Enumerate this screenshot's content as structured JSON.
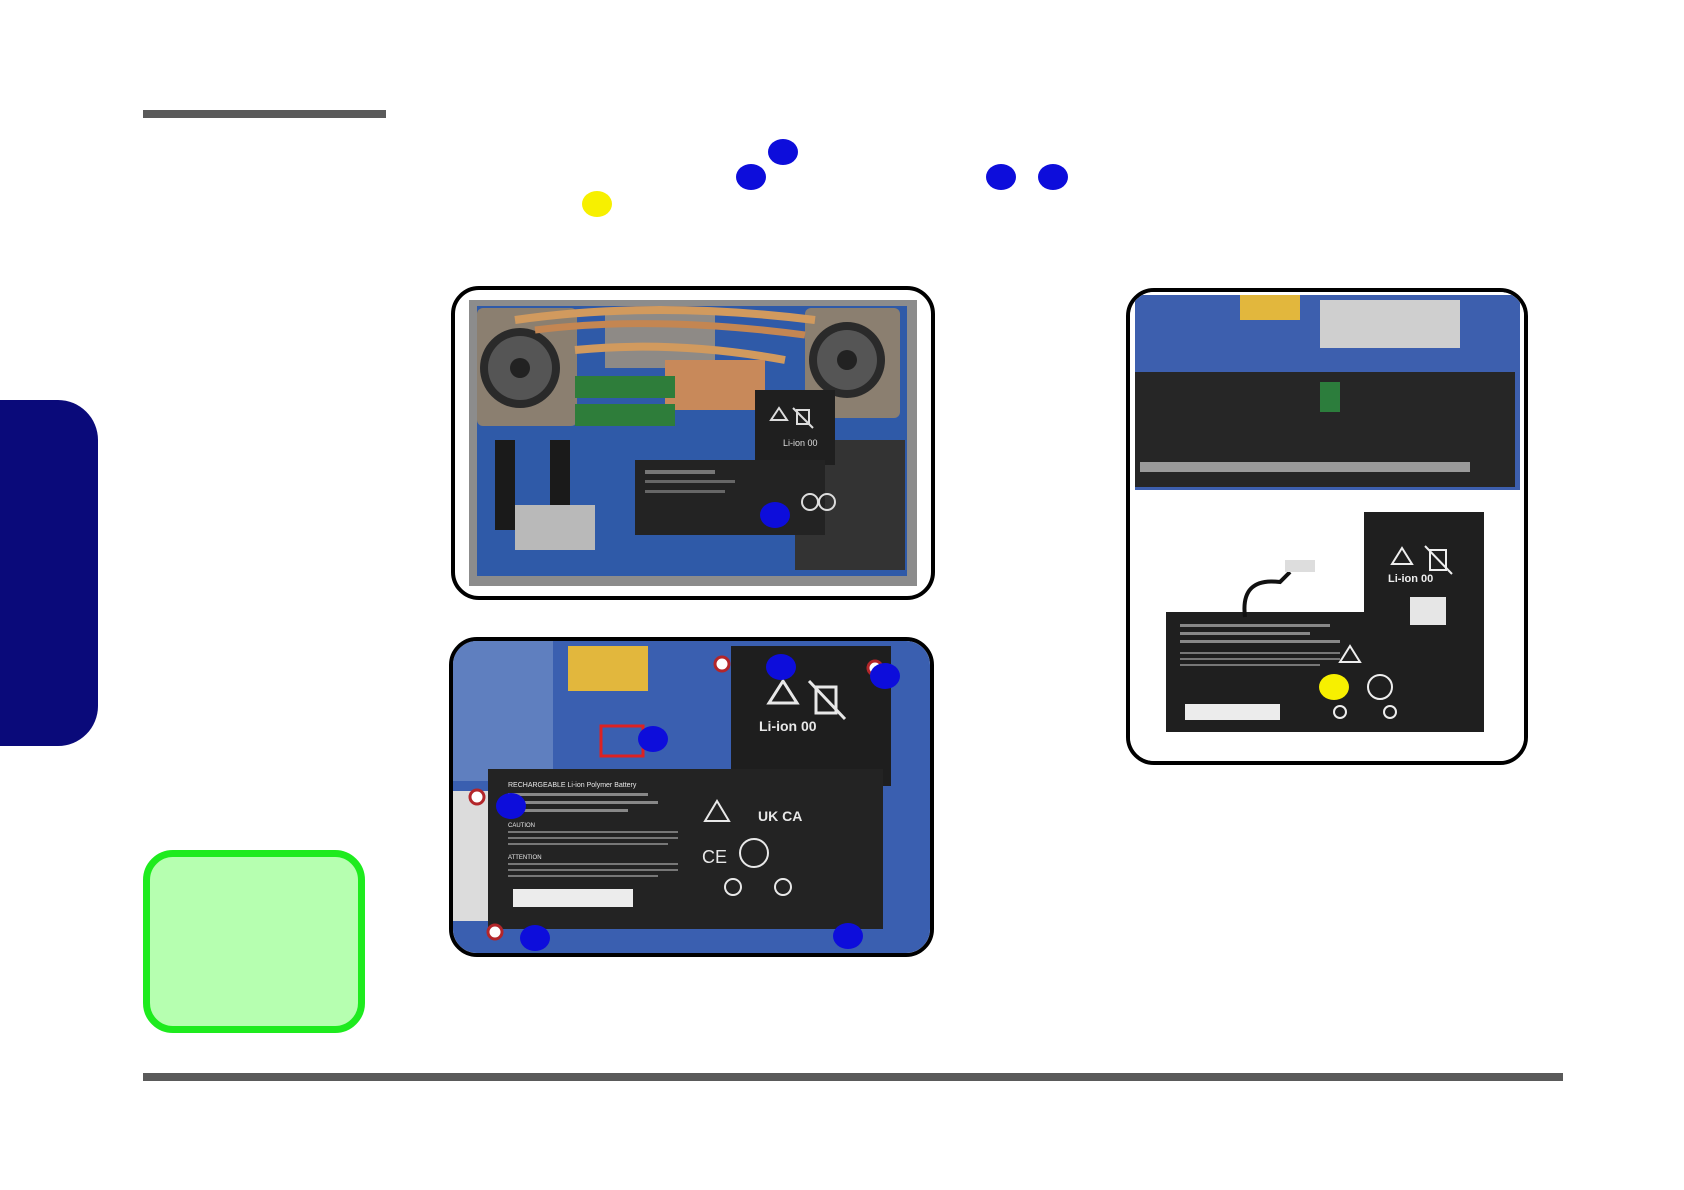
{
  "labels": {
    "li_ion_a": "Li-ion 00",
    "li_ion_b": "Li-ion 00",
    "li_ion_c": "Li-ion 00",
    "uk_ca": "UK CA",
    "ce": "CE",
    "battery_header": "RECHARGEABLE Li-ion Polymer Battery",
    "caution": "CAUTION",
    "attention": "ATTENTION"
  },
  "colors": {
    "marker_blue": "#0d0ddb",
    "marker_yellow": "#f7f000",
    "side_tab": "#0a0a7a",
    "note_fill": "#b6ffb0",
    "note_border": "#1eeb1e",
    "rule": "#5a5a5a",
    "screw_red": "#b3262a"
  },
  "icons": [
    "recycle-icon",
    "crossed-bin-icon",
    "warning-triangle-icon",
    "screw-icon"
  ]
}
